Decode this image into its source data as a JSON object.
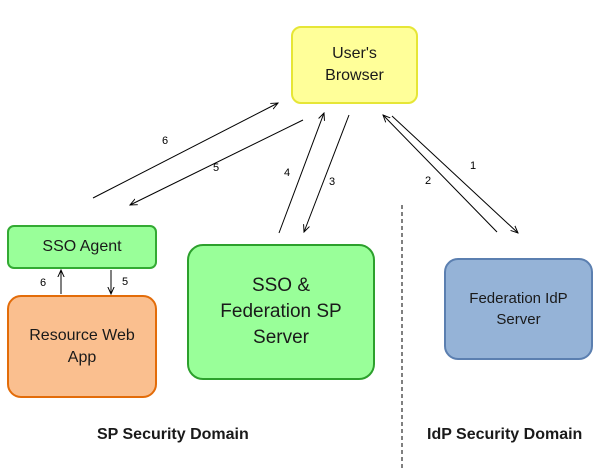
{
  "nodes": {
    "browser": "User's\nBrowser",
    "sso_agent": "SSO Agent",
    "resource_web_app": "Resource Web\nApp",
    "sp_server": "SSO &\nFederation SP\nServer",
    "idp_server": "Federation IdP\nServer"
  },
  "domains": {
    "sp": "SP Security Domain",
    "idp": "IdP Security Domain"
  },
  "edges": [
    {
      "id": "e1",
      "label": "1",
      "from": "browser",
      "to": "idp_server"
    },
    {
      "id": "e2",
      "label": "2",
      "from": "idp_server",
      "to": "browser"
    },
    {
      "id": "e3",
      "label": "3",
      "from": "browser",
      "to": "sp_server"
    },
    {
      "id": "e4",
      "label": "4",
      "from": "sp_server",
      "to": "browser"
    },
    {
      "id": "e5",
      "label": "5",
      "from": "browser",
      "to": "sso_agent"
    },
    {
      "id": "e6",
      "label": "6",
      "from": "sso_agent",
      "to": "browser"
    },
    {
      "id": "e5b",
      "label": "5",
      "from": "sso_agent",
      "to": "resource_web_app"
    },
    {
      "id": "e6b",
      "label": "6",
      "from": "resource_web_app",
      "to": "sso_agent"
    }
  ],
  "colors": {
    "browser_fill": "#ffff99",
    "sso_agent_fill": "#99ff99",
    "resource_fill": "#fabf8f",
    "sp_server_fill": "#99ff99",
    "idp_server_fill": "#95b3d7"
  }
}
